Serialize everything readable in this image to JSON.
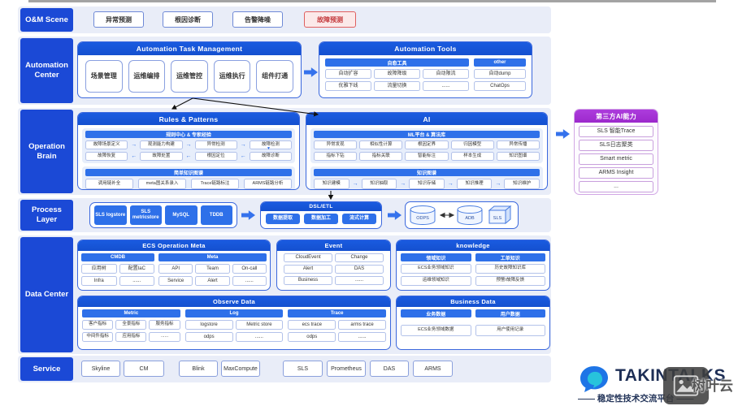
{
  "sidebar": {
    "rows": [
      "O&M Scene",
      "Automation Center",
      "Operation Brain",
      "Process Layer",
      "Data Center",
      "Service"
    ]
  },
  "om_scene": {
    "items": [
      "异常预测",
      "根因诊断",
      "告警降噪"
    ],
    "highlight": "故障预测"
  },
  "automation": {
    "task": {
      "title": "Automation Task Management",
      "items": [
        "场景管理",
        "运维编排",
        "运维管控",
        "运维执行",
        "组件打通"
      ]
    },
    "tools": {
      "title": "Automation Tools",
      "selfheal": {
        "title": "自愈工具",
        "items": [
          "自动扩容",
          "故障降级",
          "自动限流",
          "优雅下线",
          "流量切换",
          "......"
        ]
      },
      "other": {
        "title": "other",
        "items": [
          "自动dump",
          "ChatOps"
        ]
      }
    }
  },
  "brain": {
    "rules": {
      "title": "Rules & Patterns",
      "center": {
        "title": "规则中心 & 专家经验",
        "flow_top": [
          "故障场景定义",
          "观测能力构建",
          "异常检测",
          "故障检测"
        ],
        "flow_bottom": [
          "故障恢复",
          "故障处置",
          "根因定位",
          "故障诊断"
        ]
      },
      "kg": {
        "title": "简单知识图谱",
        "items": [
          "调用链补全",
          "meta图关系录入",
          "Trace链路标注",
          "ARMS链路分析"
        ]
      }
    },
    "ai": {
      "title": "AI",
      "ml": {
        "title": "ML平台 & 算法库",
        "row1": [
          "异常发现",
          "相似性计算",
          "根因定界",
          "归因模型",
          "异常传播"
        ],
        "row2": [
          "指标下钻",
          "指标关联",
          "智能标注",
          "样本生成",
          "知识图谱"
        ]
      },
      "kg": {
        "title": "知识图谱",
        "flow": [
          "知识建模",
          "知识抽取",
          "知识存储",
          "知识推理",
          "知识维护"
        ]
      }
    }
  },
  "third_party": {
    "title": "第三方AI能力",
    "items": [
      "SLS 智能Trace",
      "SLS日志聚类",
      "Smart metric",
      "ARMS Insight",
      "..."
    ]
  },
  "process": {
    "sources": [
      "SLS logstore",
      "SLS metricstore",
      "MySQL",
      "TDDB"
    ],
    "etl": {
      "title": "DSL/ETL",
      "items": [
        "数据提取",
        "数据加工",
        "流式计算"
      ]
    },
    "storage": [
      "ODPS",
      "ADB",
      "SLS"
    ]
  },
  "data_center": {
    "meta": {
      "title": "ECS Operation Meta",
      "cmdb": {
        "title": "CMDB",
        "items": [
          "应用树",
          "配置IaC",
          "Infra",
          "......"
        ]
      },
      "meta_info": {
        "title": "Meta",
        "items": [
          "API",
          "Team",
          "On-call",
          "Service",
          "Alert",
          "......"
        ]
      }
    },
    "event": {
      "title": "Event",
      "items": [
        "CloudEvent",
        "Change",
        "Alert",
        "DAS",
        "Business",
        "......"
      ]
    },
    "knowledge": {
      "title": "knowledge",
      "domain": {
        "title": "领域知识",
        "items": [
          "ECS业务领域知识",
          "运维领域知识"
        ]
      },
      "ticket": {
        "title": "工单知识",
        "items": [
          "历史故障知识库",
          "预警/故障反馈"
        ]
      }
    },
    "observe": {
      "title": "Observe Data",
      "metric": {
        "title": "Metric",
        "items": [
          "客户指标",
          "全景指标",
          "服务指标",
          "中间件指标",
          "应用指标",
          "......"
        ]
      },
      "log": {
        "title": "Log",
        "items": [
          "logstore",
          "Metric store",
          "odps",
          "......"
        ]
      },
      "trace": {
        "title": "Trace",
        "items": [
          "ecs trace",
          "arms trace",
          "odps",
          "......"
        ]
      }
    },
    "business": {
      "title": "Business Data",
      "biz": {
        "title": "业务数据",
        "items": [
          "ECS业务领域数据"
        ]
      },
      "user": {
        "title": "用户数据",
        "items": [
          "用户使用记录"
        ]
      }
    }
  },
  "service": {
    "items": [
      "Skyline",
      "CM",
      "Blink",
      "MaxCompute",
      "SLS",
      "Prometheus",
      "DAS",
      "ARMS"
    ]
  },
  "footer": {
    "brand": "TAKINTALKS",
    "subtitle": "—— 稳定性技术交流平台 ——",
    "watermark": "树叶云"
  },
  "colors": {
    "primary_blue": "#1b49d6",
    "header_blue": "#1553d6",
    "sub_blue": "#2e70e9",
    "band_bg": "#e9edf8",
    "alert_red": "#d9363e",
    "purple": "#a231d4"
  }
}
